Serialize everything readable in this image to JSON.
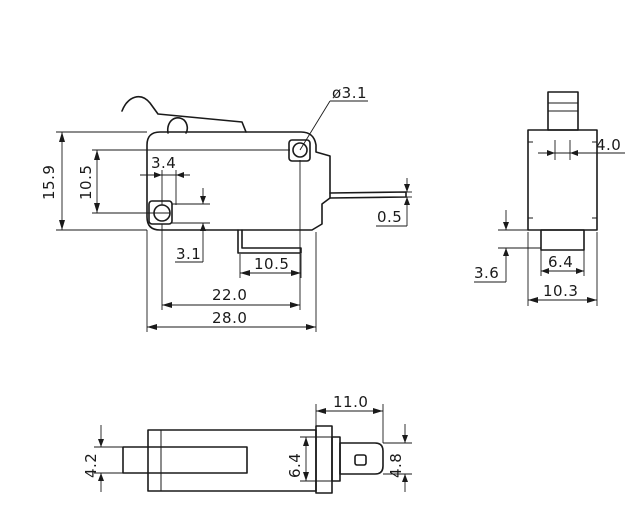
{
  "front_view": {
    "dim_hole_diameter": "ø3.1",
    "dim_height_total": "15.9",
    "dim_height_mount": "10.5",
    "dim_hole_offset_x": "3.4",
    "dim_hole_offset_y": "3.1",
    "dim_terminal_thickness": "0.5",
    "dim_terminal_spacing": "10.5",
    "dim_mount_pitch": "22.0",
    "dim_body_length": "28.0"
  },
  "side_view": {
    "dim_plunger_width": "4.0",
    "dim_terminal_offset": "3.6",
    "dim_terminal_width": "6.4",
    "dim_body_width": "10.3"
  },
  "bottom_view": {
    "dim_lever_width": "4.2",
    "dim_terminal_block": "6.4",
    "dim_terminal_length": "11.0",
    "dim_terminal_tab_width": "4.8"
  }
}
